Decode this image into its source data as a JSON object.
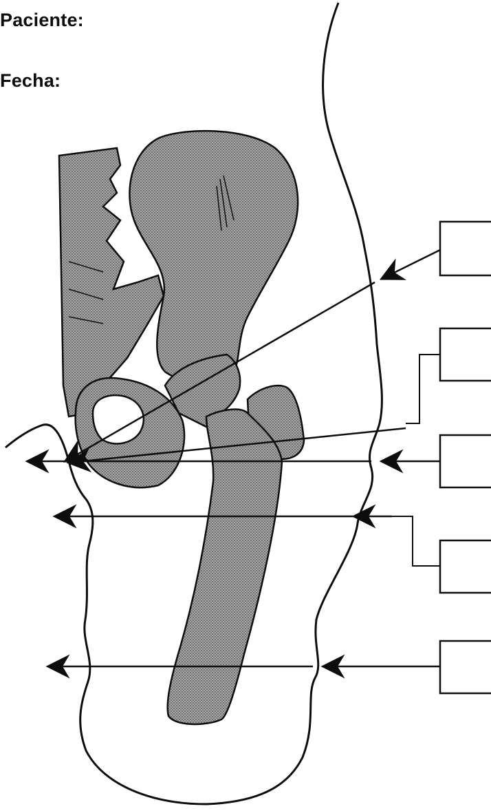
{
  "form": {
    "patient_label": "Paciente:",
    "date_label": "Fecha:"
  },
  "colors": {
    "ink": "#0d0d0d",
    "bone_fill": "#9a9a9a",
    "background": "#ffffff"
  },
  "measurement_boxes": [
    {
      "name": "box-1",
      "value": ""
    },
    {
      "name": "box-2",
      "value": ""
    },
    {
      "name": "box-3",
      "value": ""
    },
    {
      "name": "box-4",
      "value": ""
    },
    {
      "name": "box-5",
      "value": ""
    }
  ]
}
